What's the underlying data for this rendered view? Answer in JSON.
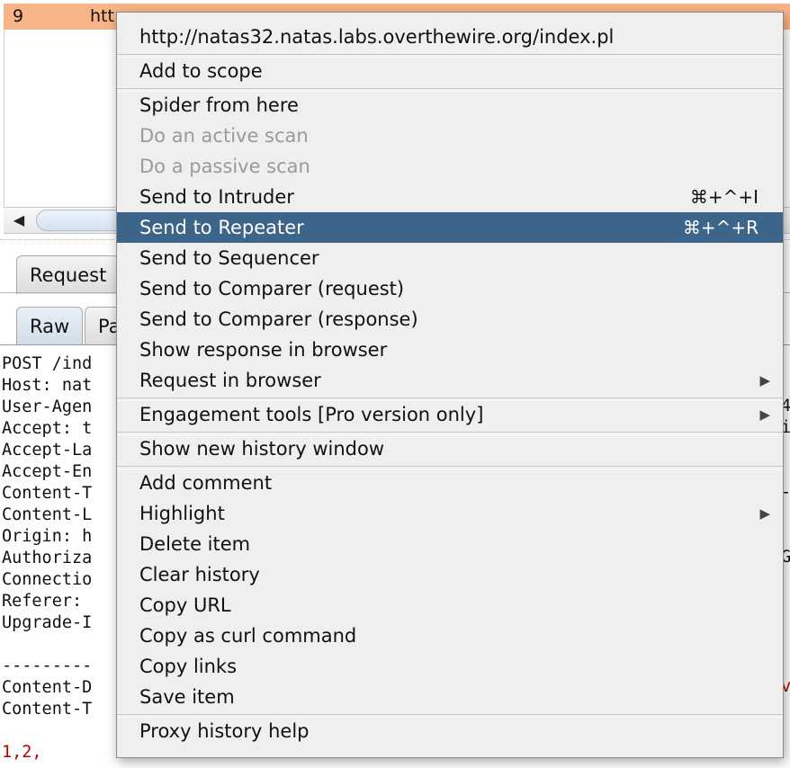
{
  "history": {
    "row_number": "9",
    "row_url_visible": "htt"
  },
  "tabs": {
    "request": "Request",
    "raw": "Raw",
    "params_partial": "Pa"
  },
  "request_lines": [
    "POST /ind",
    "Host: nat",
    "User-Agen",
    "Accept: t",
    "Accept-La",
    "Accept-En",
    "Content-T",
    "Content-L",
    "Origin: h",
    "Authoriza",
    "Connectio",
    "Referer: ",
    "Upgrade-I",
    "",
    "---------",
    "Content-D",
    "Content-T",
    "",
    "1,2,"
  ],
  "right_fragments": [
    "4",
    "i",
    "-",
    "G",
    "v"
  ],
  "menu": {
    "items": [
      {
        "label": "http://natas32.natas.labs.overthewire.org/index.pl",
        "enabled": true
      },
      {
        "label": "Add to scope",
        "enabled": true
      },
      {
        "label": "Spider from here",
        "enabled": true
      },
      {
        "label": "Do an active scan",
        "enabled": false
      },
      {
        "label": "Do a passive scan",
        "enabled": false
      },
      {
        "label": "Send to Intruder",
        "shortcut": "⌘+^+I",
        "enabled": true
      },
      {
        "label": "Send to Repeater",
        "shortcut": "⌘+^+R",
        "enabled": true,
        "highlighted": true
      },
      {
        "label": "Send to Sequencer",
        "enabled": true
      },
      {
        "label": "Send to Comparer (request)",
        "enabled": true
      },
      {
        "label": "Send to Comparer (response)",
        "enabled": true
      },
      {
        "label": "Show response in browser",
        "enabled": true
      },
      {
        "label": "Request in browser",
        "enabled": true,
        "submenu": true
      },
      {
        "label": "Engagement tools [Pro version only]",
        "enabled": true,
        "submenu": true
      },
      {
        "label": "Show new history window",
        "enabled": true
      },
      {
        "label": "Add comment",
        "enabled": true
      },
      {
        "label": "Highlight",
        "enabled": true,
        "submenu": true
      },
      {
        "label": "Delete item",
        "enabled": true
      },
      {
        "label": "Clear history",
        "enabled": true
      },
      {
        "label": "Copy URL",
        "enabled": true
      },
      {
        "label": "Copy as curl command",
        "enabled": true
      },
      {
        "label": "Copy links",
        "enabled": true
      },
      {
        "label": "Save item",
        "enabled": true
      },
      {
        "label": "Proxy history help",
        "enabled": true
      }
    ]
  },
  "colors": {
    "highlight": "#3d6589",
    "history_row": "#f8b487",
    "menu_bg": "#efefef"
  }
}
